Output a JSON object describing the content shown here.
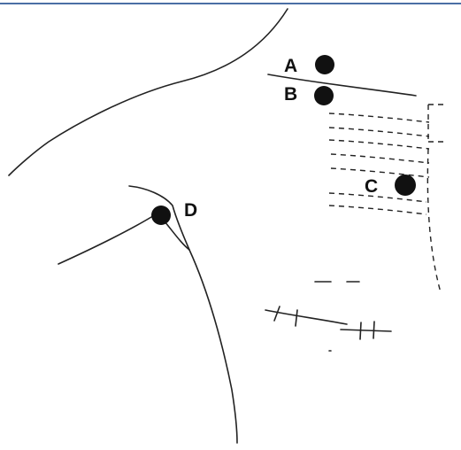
{
  "diagram": {
    "colors": {
      "frame_border": "#4a6fa5",
      "stroke": "#222222",
      "marker": "#111111",
      "background": "#ffffff"
    },
    "markers": [
      {
        "id": "A",
        "label": "A"
      },
      {
        "id": "B",
        "label": "B"
      },
      {
        "id": "C",
        "label": "C"
      },
      {
        "id": "D",
        "label": "D"
      }
    ]
  }
}
